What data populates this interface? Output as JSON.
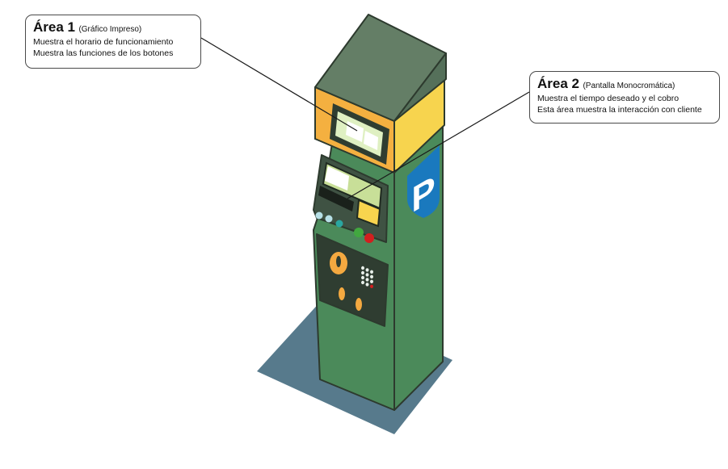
{
  "callouts": [
    {
      "title": "Área 1",
      "subtitle": "(Gráfico Impreso)",
      "lines": [
        "Muestra el horario de funcionamiento",
        "Muestra las funciones de los botones"
      ]
    },
    {
      "title": "Área 2",
      "subtitle": "(Pantalla Monocromática)",
      "lines": [
        "Muestra el tiempo deseado y el cobro",
        "Esta área muestra la interacción con cliente"
      ]
    }
  ],
  "machine": {
    "sign_letter": "P"
  },
  "colors": {
    "body_green": "#4b8a5a",
    "side_green": "#3f7a4e",
    "panel_dark": "#3a4a3c",
    "roof": "#647e66",
    "yellow_band": "#f7d44e",
    "orange_band": "#f4b040",
    "sign_blue": "#1a79be",
    "shadow": "#577a8c"
  }
}
